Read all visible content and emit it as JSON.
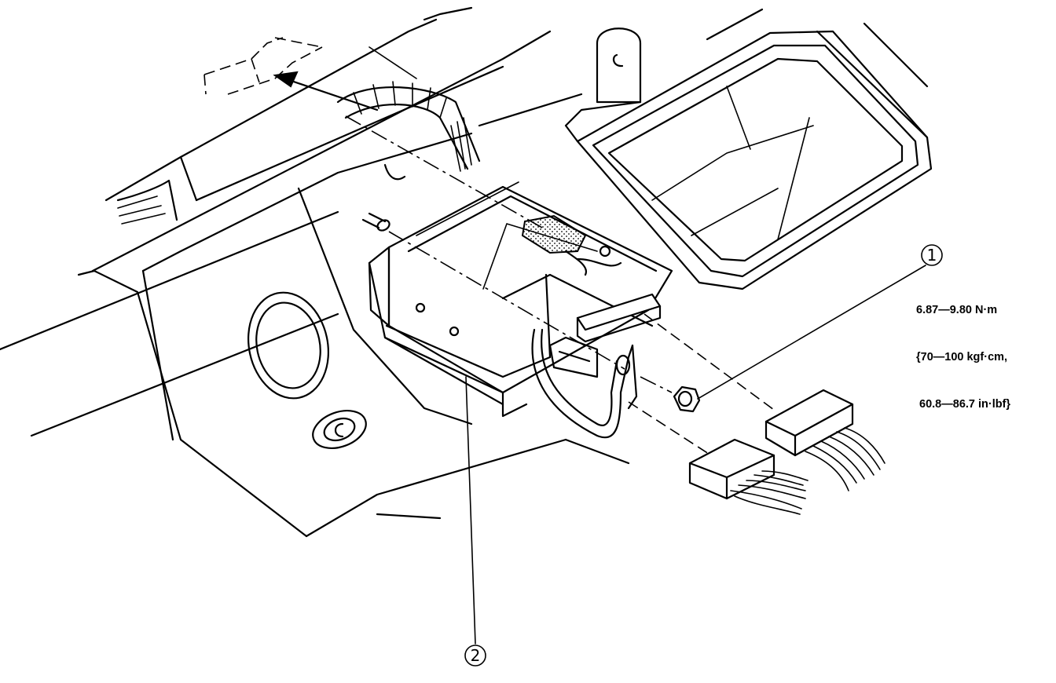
{
  "callouts": [
    {
      "id": "1",
      "symbol": "①"
    },
    {
      "id": "2",
      "symbol": "②"
    }
  ],
  "torque_spec": {
    "line1": "6.87—9.80 N·m",
    "line2": "{70—100 kgf·cm,",
    "line3": " 60.8—86.7 in·lbf}"
  }
}
